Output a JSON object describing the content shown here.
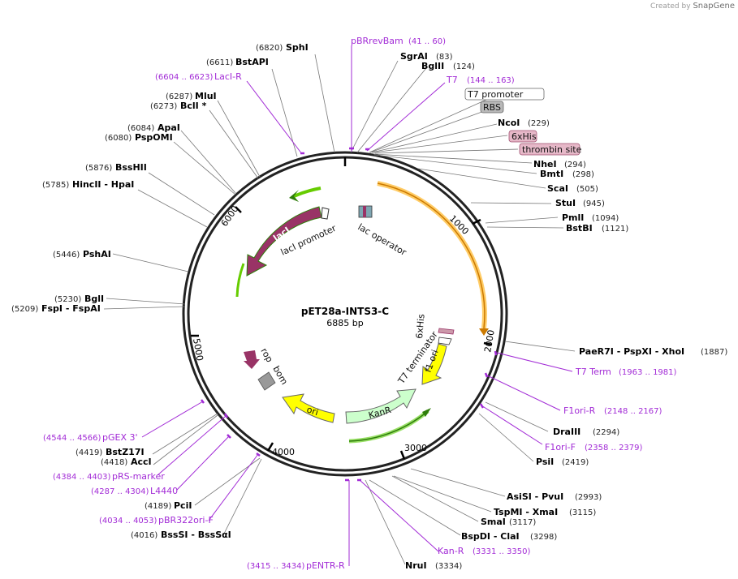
{
  "credit": {
    "prefix": "Created by",
    "brand": "SnapGene"
  },
  "plasmid": {
    "name": "pET28a-INTS3-C",
    "size_label": "6885 bp"
  },
  "ticks": [
    "1000",
    "2000",
    "3000",
    "4000",
    "5000",
    "6000"
  ],
  "enzymes_right": [
    {
      "text": "SgrAI",
      "num": "(83)"
    },
    {
      "text": "BglII",
      "num": "(124)"
    },
    {
      "text": "NcoI",
      "num": "(229)"
    },
    {
      "text": "NheI",
      "num": "(294)"
    },
    {
      "text": "BmtI",
      "num": "(298)"
    },
    {
      "text": "ScaI",
      "num": "(505)"
    },
    {
      "text": "StuI",
      "num": "(945)"
    },
    {
      "text": "PmlI",
      "num": "(1094)"
    },
    {
      "text": "BstBI",
      "num": "(1121)"
    },
    {
      "text": "PaeR7I - PspXI - XhoI",
      "num": "(1887)"
    },
    {
      "text": "DraIII",
      "num": "(2294)"
    },
    {
      "text": "PsiI",
      "num": "(2419)"
    },
    {
      "text": "AsiSI - PvuI",
      "num": "(2993)"
    },
    {
      "text": "TspMI - XmaI",
      "num": "(3115)"
    },
    {
      "text": "SmaI",
      "num": "(3117)"
    },
    {
      "text": "BspDI - ClaI",
      "num": "(3298)"
    },
    {
      "text": "NruI",
      "num": "(3334)"
    }
  ],
  "enzymes_left": [
    {
      "text": "SphI",
      "num": "(6820)"
    },
    {
      "text": "BstAPI",
      "num": "(6611)"
    },
    {
      "text": "MluI",
      "num": "(6287)"
    },
    {
      "text": "BclI *",
      "num": "(6273)"
    },
    {
      "text": "ApaI",
      "num": "(6084)"
    },
    {
      "text": "PspOMI",
      "num": "(6080)"
    },
    {
      "text": "BssHII",
      "num": "(5876)"
    },
    {
      "text": "HincII - HpaI",
      "num": "(5785)"
    },
    {
      "text": "PshAI",
      "num": "(5446)"
    },
    {
      "text": "BglI",
      "num": "(5230)"
    },
    {
      "text": "FspI - FspAI",
      "num": "(5209)"
    },
    {
      "text": "BstZ17I",
      "num": "(4419)"
    },
    {
      "text": "AccI",
      "num": "(4418)"
    },
    {
      "text": "PciI",
      "num": "(4189)"
    },
    {
      "text": "BssSI - BssSαI",
      "num": "(4016)"
    }
  ],
  "primers": [
    {
      "text": "pBRrevBam",
      "num": "(41 .. 60)"
    },
    {
      "text": "T7",
      "num": "(144 .. 163)"
    },
    {
      "text": "LacI-R",
      "num": "(6604 .. 6623)"
    },
    {
      "text": "T7 Term",
      "num": "(1963 .. 1981)"
    },
    {
      "text": "F1ori-R",
      "num": "(2148 .. 2167)"
    },
    {
      "text": "F1ori-F",
      "num": "(2358 .. 2379)"
    },
    {
      "text": "Kan-R",
      "num": "(3331 .. 3350)"
    },
    {
      "text": "pENTR-R",
      "num": "(3415 .. 3434)"
    },
    {
      "text": "pGEX 3'",
      "num": "(4544 .. 4566)"
    },
    {
      "text": "pRS-marker",
      "num": "(4384 .. 4403)"
    },
    {
      "text": "L4440",
      "num": "(4287 .. 4304)"
    },
    {
      "text": "pBR322ori-F",
      "num": "(4034 .. 4053)"
    }
  ],
  "feature_boxes": [
    "T7 promoter",
    "RBS",
    "6xHis",
    "thrombin site"
  ],
  "features": {
    "lacI": "lacI",
    "lacI_promoter": "lacI promoter",
    "lac_operator": "lac operator",
    "rop": "rop",
    "bom": "bom",
    "ori": "ori",
    "KanR": "KanR",
    "T7_terminator": "T7 terminator",
    "f1_ori": "f1 ori",
    "his_tag": "6xHis"
  },
  "colors": {
    "lacI": "#993366",
    "ori": "#ffff00",
    "KanR": "#ccffcc",
    "orf_green": "#66cc00",
    "orf_orange": "#ff9900",
    "primer": "#a22bd6",
    "rop": "#993366",
    "bom": "#999999"
  }
}
